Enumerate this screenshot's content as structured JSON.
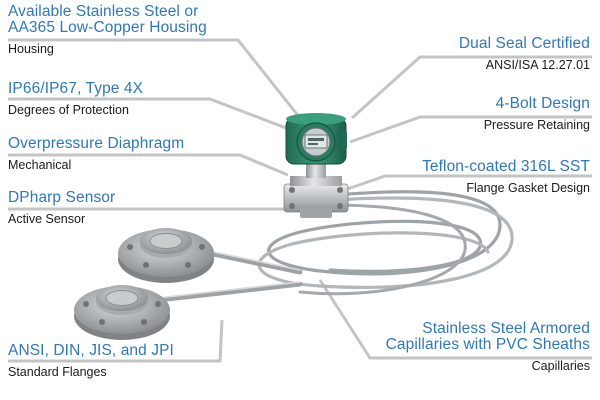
{
  "callouts": {
    "housing": {
      "title_line1": "Available Stainless Steel or",
      "title_line2": "AA365 Low-Copper Housing",
      "subtitle": "Housing"
    },
    "protection": {
      "title": "IP66/IP67, Type 4X",
      "subtitle": "Degrees of Protection"
    },
    "overpressure": {
      "title": "Overpressure Diaphragm",
      "subtitle": "Mechanical"
    },
    "sensor": {
      "title": "DPharp Sensor",
      "subtitle": "Active Sensor"
    },
    "flanges": {
      "title": "ANSI, DIN, JIS, and JPI",
      "subtitle": "Standard Flanges"
    },
    "dual_seal": {
      "title": "Dual Seal Certified",
      "subtitle": "ANSI/ISA 12.27.01"
    },
    "bolt": {
      "title": "4-Bolt Design",
      "subtitle": "Pressure Retaining"
    },
    "gasket": {
      "title": "Teflon-coated 316L SST",
      "subtitle": "Flange Gasket Design"
    },
    "capillaries": {
      "title_line1": "Stainless Steel Armored",
      "title_line2": "Capillaries with PVC Sheaths",
      "subtitle": "Capillaries"
    }
  },
  "colors": {
    "title_text": "#2e78bd",
    "subtitle_text": "#1a1a1a",
    "leader_line": "#c4c4c4",
    "housing_green": "#2f8a6a",
    "steel": "#b9bcbe",
    "capillary": "#a9aeb2"
  },
  "icons": [
    "transmitter-image",
    "remote-seal-flange-image",
    "capillary-tube-image"
  ]
}
